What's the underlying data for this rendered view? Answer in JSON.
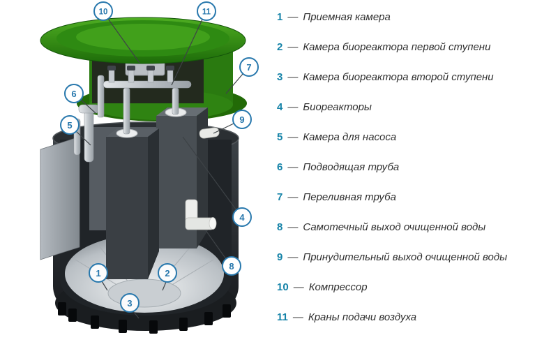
{
  "legend": {
    "separator": "—",
    "items": [
      {
        "num": "1",
        "label": "Приемная камера"
      },
      {
        "num": "2",
        "label": "Камера биореактора первой ступени"
      },
      {
        "num": "3",
        "label": "Камера биореактора второй ступени"
      },
      {
        "num": "4",
        "label": "Биореакторы"
      },
      {
        "num": "5",
        "label": "Камера для насоса"
      },
      {
        "num": "6",
        "label": "Подводящая труба"
      },
      {
        "num": "7",
        "label": "Переливная труба"
      },
      {
        "num": "8",
        "label": "Самотечный выход очищенной воды"
      },
      {
        "num": "9",
        "label": "Принудительный выход очищенной воды"
      },
      {
        "num": "10",
        "label": "Компрессор"
      },
      {
        "num": "11",
        "label": "Краны подачи воздуха"
      }
    ]
  },
  "diagram": {
    "callouts": [
      {
        "num": "1"
      },
      {
        "num": "2"
      },
      {
        "num": "3"
      },
      {
        "num": "4"
      },
      {
        "num": "5"
      },
      {
        "num": "6"
      },
      {
        "num": "7"
      },
      {
        "num": "8"
      },
      {
        "num": "9"
      },
      {
        "num": "10"
      },
      {
        "num": "11"
      }
    ]
  },
  "colors": {
    "legend_number": "#1583a8",
    "legend_text": "#303030",
    "callout_blue": "#2878ad",
    "lid_green": "#2f8312",
    "tank_dark": "#2b2f33",
    "basin_silver": "#c9ced2",
    "background": "#ffffff"
  }
}
